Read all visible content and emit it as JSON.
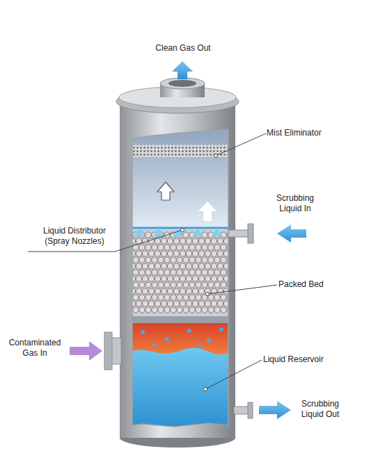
{
  "diagram": {
    "labels": [
      "Clean Gas Out",
      "Mist Eliminator",
      "Scrubbing Liquid In",
      "Liquid Distributor (Spray Nozzles)",
      "Packed Bed",
      "Contaminated Gas In",
      "Liquid Reservoir",
      "Scrubbing Liquid Out"
    ]
  }
}
